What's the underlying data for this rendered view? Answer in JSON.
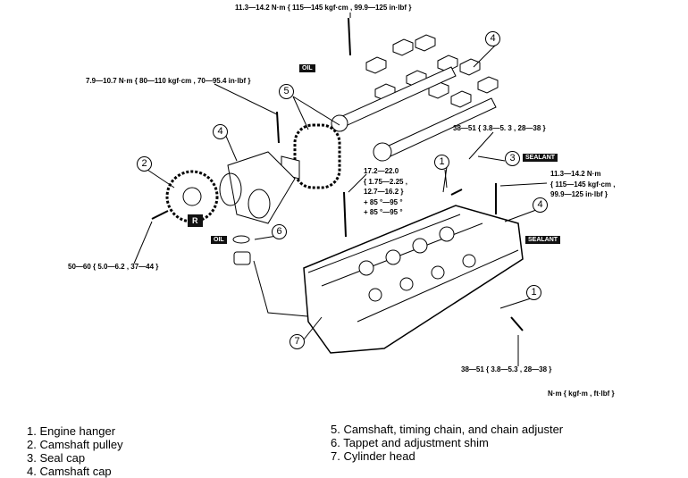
{
  "torques": {
    "top": "11.3—14.2 N·m { 115—145 kgf·cm , 99.9—125 in·lbf }",
    "left": "7.9—10.7 N·m { 80—110 kgf·cm , 70—95.4 in·lbf }",
    "seal_cap": "38—51 { 3.8—5. 3 , 28—38 }",
    "head_bolt": [
      "17.2—22.0",
      "{ 1.75—2.25 ,",
      "12.7—16.2 }",
      "+ 85 °—95 °",
      "+ 85 °—95 °"
    ],
    "right": [
      "11.3—14.2 N·m",
      "{ 115—145 kgf·cm ,",
      "99.9—125 in·lbf }"
    ],
    "pulley": "50—60 { 5.0—6.2 , 37—44 }",
    "hanger": "38—51 { 3.8—5.3 , 28—38 }",
    "units": "N·m { kgf·m , ft·lbf }"
  },
  "badges": {
    "oil": "OIL",
    "sealant": "SEALANT",
    "replace": "R"
  },
  "callouts": [
    "1",
    "2",
    "3",
    "4",
    "5",
    "6",
    "7"
  ],
  "legend": [
    "1.  Engine hanger",
    "2.  Camshaft pulley",
    "3.  Seal cap",
    "4.  Camshaft cap",
    "5.  Camshaft, timing chain, and chain adjuster",
    "6.  Tappet and adjustment shim",
    "7.  Cylinder head"
  ]
}
